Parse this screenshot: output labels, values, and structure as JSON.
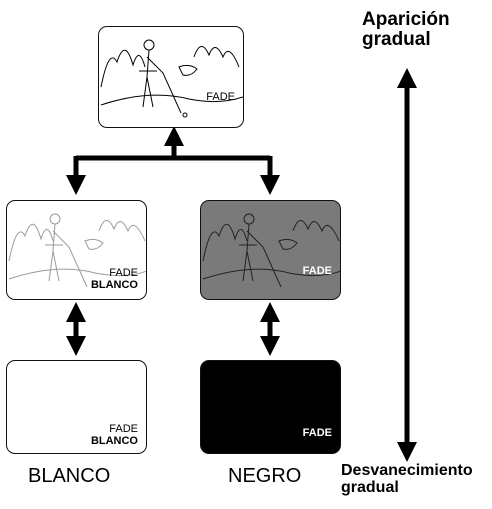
{
  "top_frame": {
    "label": "FADE",
    "icon": "golfer-scene-icon"
  },
  "left_mid_frame": {
    "label1": "FADE",
    "label2": "BLANCO",
    "icon": "golfer-scene-faded-icon"
  },
  "right_mid_frame": {
    "label": "FADE",
    "icon": "golfer-scene-dark-icon",
    "bg": "#7a7a7a"
  },
  "left_bottom_frame": {
    "label1": "FADE",
    "label2": "BLANCO",
    "bg": "#ffffff"
  },
  "right_bottom_frame": {
    "label": "FADE",
    "bg": "#000000"
  },
  "captions": {
    "left": "BLANCO",
    "right": "NEGRO"
  },
  "side": {
    "top_line1": "Aparición",
    "top_line2": "gradual",
    "bottom_line1": "Desvanecimiento",
    "bottom_line2": "gradual"
  }
}
